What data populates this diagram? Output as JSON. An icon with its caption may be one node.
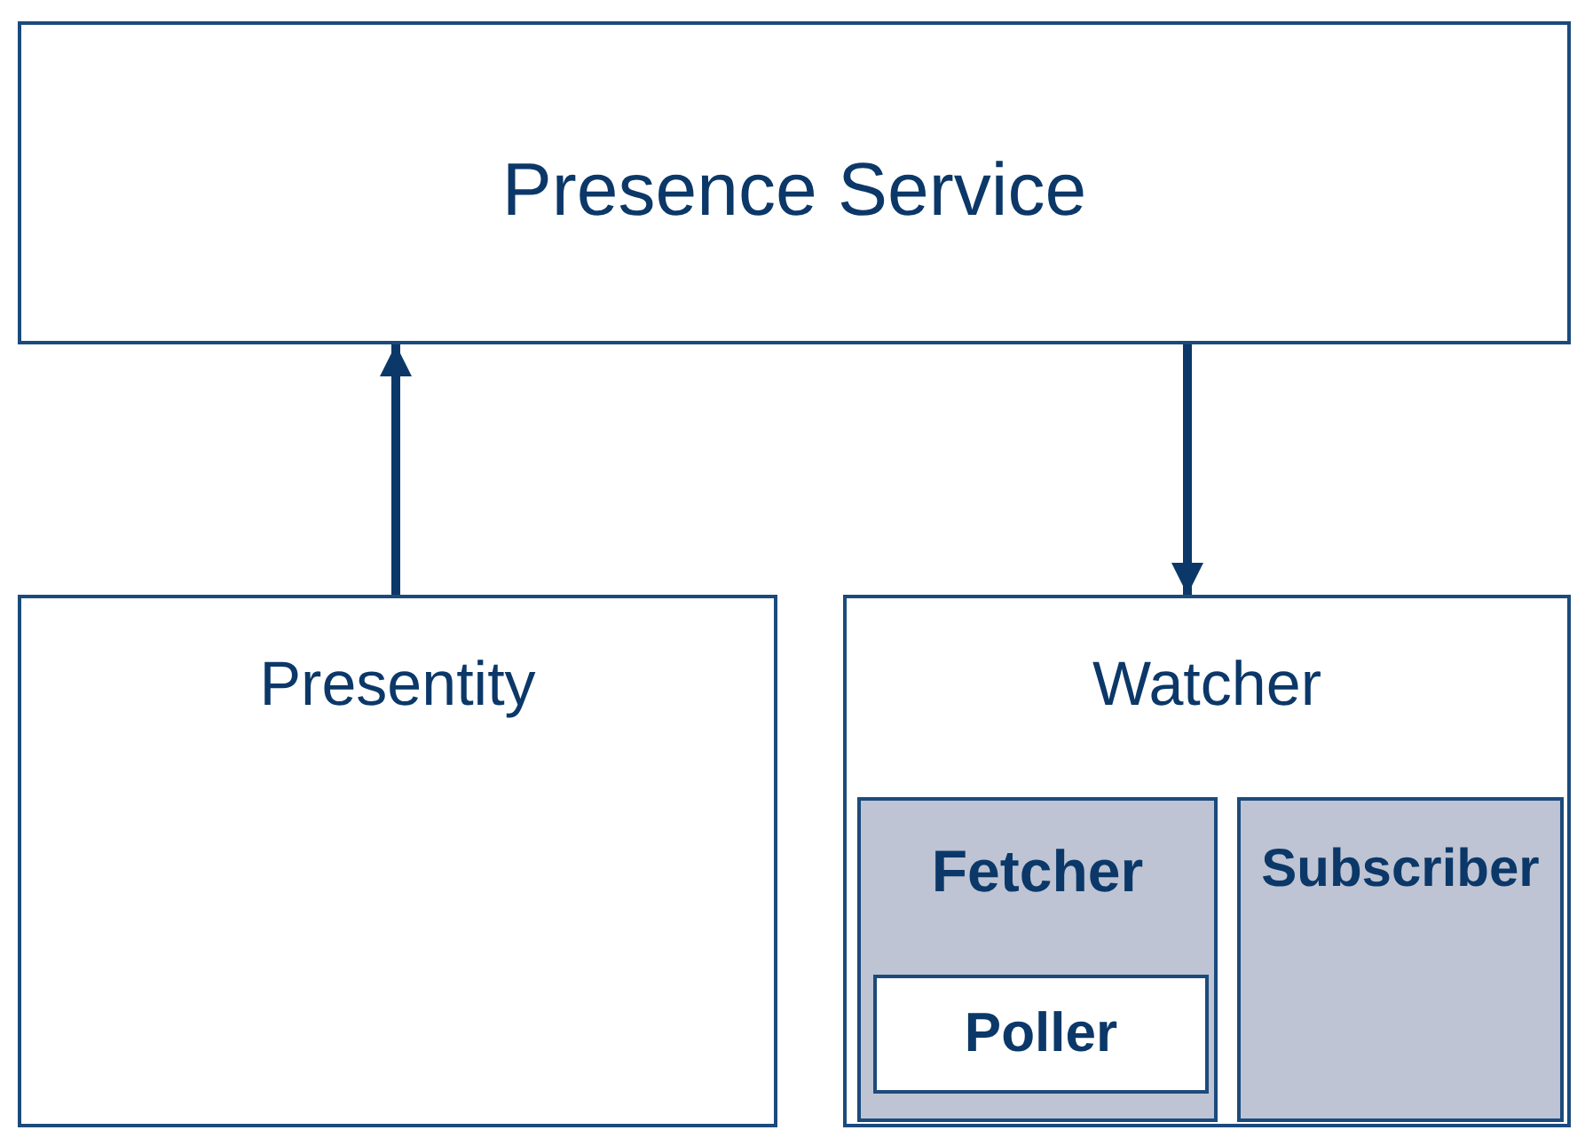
{
  "diagram": {
    "nodes": [
      {
        "text": [
          "Presence Service"
        ]
      },
      {
        "text": [
          "Presentity"
        ]
      },
      {
        "text": [
          "Watcher"
        ]
      },
      {
        "text": [
          "Fetcher"
        ],
        "in": 2
      },
      {
        "text": [
          "Poller"
        ],
        "in": 3
      },
      {
        "text": [
          "Subscriber"
        ],
        "in": 2
      }
    ],
    "edges": [
      {
        "from": 1,
        "to": 0,
        "arrow": "to"
      },
      {
        "from": 0,
        "to": 2,
        "arrow": "to"
      }
    ]
  }
}
